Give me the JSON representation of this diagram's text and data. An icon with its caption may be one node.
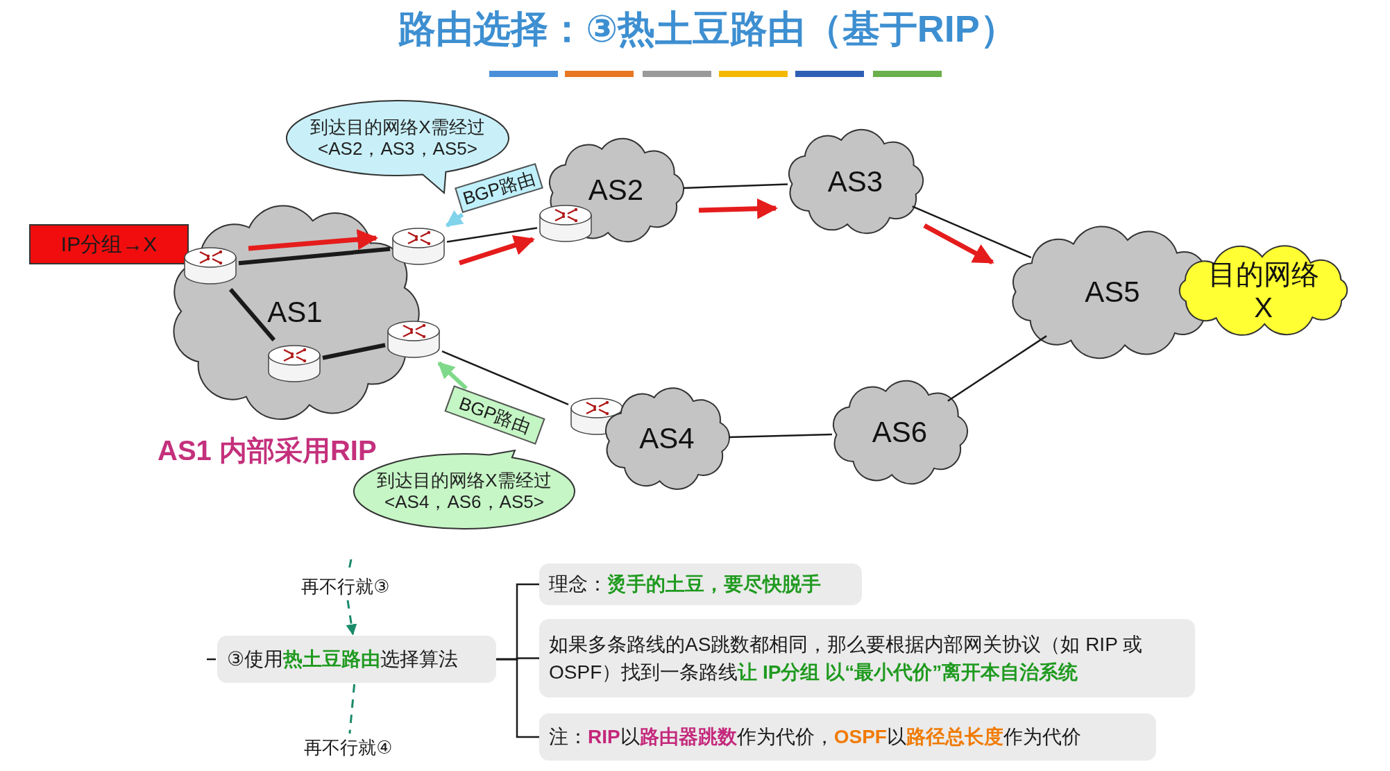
{
  "diagram": {
    "title": "路由选择：③热土豆路由（基于RIP）",
    "nodes": [
      {
        "text": [
          "到达目的网络X需经过 <AS2，AS3，AS5>"
        ]
      },
      {
        "text": [
          "BGP路由"
        ]
      },
      {
        "text": [
          "AS2"
        ]
      },
      {
        "text": [
          "AS3"
        ]
      },
      {
        "text": [
          "IP分组→X"
        ]
      },
      {
        "text": [
          "AS1"
        ]
      },
      {
        "text": [],
        "shape": "router",
        "in": 5
      },
      {
        "text": [],
        "shape": "router",
        "in": 5
      },
      {
        "text": [],
        "shape": "router"
      },
      {
        "text": [],
        "shape": "router",
        "in": 5
      },
      {
        "text": [],
        "shape": "router",
        "in": 5
      },
      {
        "text": [
          "AS5"
        ]
      },
      {
        "text": [
          "目的网络 X"
        ]
      },
      {
        "text": [
          "BGP路由"
        ]
      },
      {
        "text": [],
        "shape": "router"
      },
      {
        "text": [
          "AS4"
        ]
      },
      {
        "text": [
          "AS6"
        ]
      },
      {
        "text": [
          "到达目的网络X需经过 <AS4，AS6，AS5>"
        ]
      },
      {
        "text": [
          "再不行就③"
        ]
      },
      {
        "text": [
          "理念：**烫手的土豆，要尽快脱手**"
        ]
      },
      {
        "text": [
          "③使用**热土豆路由**选择算法"
        ]
      },
      {
        "text": [
          "如果多条路线的AS跳数都相同，那么要根据内部网关协议（如 RIP 或 OSPF）找到一条路线**让 IP分组 以“最小代价”离开本自治系统**"
        ]
      },
      {
        "text": [
          "再不行就④"
        ]
      },
      {
        "text": [
          "注：**RIP**以**路由器跳数**作为代价，**OSPF**以**路径总长度**作为代价"
        ]
      }
    ],
    "edges": [
      {
        "from": 6,
        "to": 7,
        "arrow": "none",
        "style": "thick"
      },
      {
        "from": 6,
        "to": 9,
        "arrow": "none",
        "style": "thick"
      },
      {
        "from": 9,
        "to": 10,
        "arrow": "none",
        "style": "thick"
      },
      {
        "from": 7,
        "to": 8,
        "arrow": "none"
      },
      {
        "from": 2,
        "to": 3,
        "arrow": "none"
      },
      {
        "from": 3,
        "to": 11,
        "arrow": "none"
      },
      {
        "from": 11,
        "to": 16,
        "arrow": "none"
      },
      {
        "from": 16,
        "to": 15,
        "arrow": "none"
      },
      {
        "from": 14,
        "to": 10,
        "arrow": "none"
      },
      {
        "from": 1,
        "to": 7,
        "arrow": "to",
        "style": "thick",
        "color": "#7fd3ea"
      },
      {
        "from": 13,
        "to": 10,
        "arrow": "to",
        "style": "thick",
        "color": "#7fd98a"
      },
      {
        "from": null,
        "to": 18,
        "arrow": "none",
        "style": "dashed",
        "color": "#1a8a6a"
      },
      {
        "from": 18,
        "to": 20,
        "arrow": "to",
        "style": "dashed",
        "color": "#1a8a6a"
      },
      {
        "from": 20,
        "to": 22,
        "arrow": "none",
        "style": "dashed",
        "color": "#1a8a6a"
      },
      {
        "from": null,
        "to": 20,
        "arrow": "none"
      },
      {
        "from": 20,
        "to": 19,
        "arrow": "none"
      },
      {
        "from": 20,
        "to": 21,
        "arrow": "none"
      },
      {
        "from": 20,
        "to": 23,
        "arrow": "none"
      }
    ],
    "labels": [
      "AS1 内部采用RIP"
    ]
  }
}
